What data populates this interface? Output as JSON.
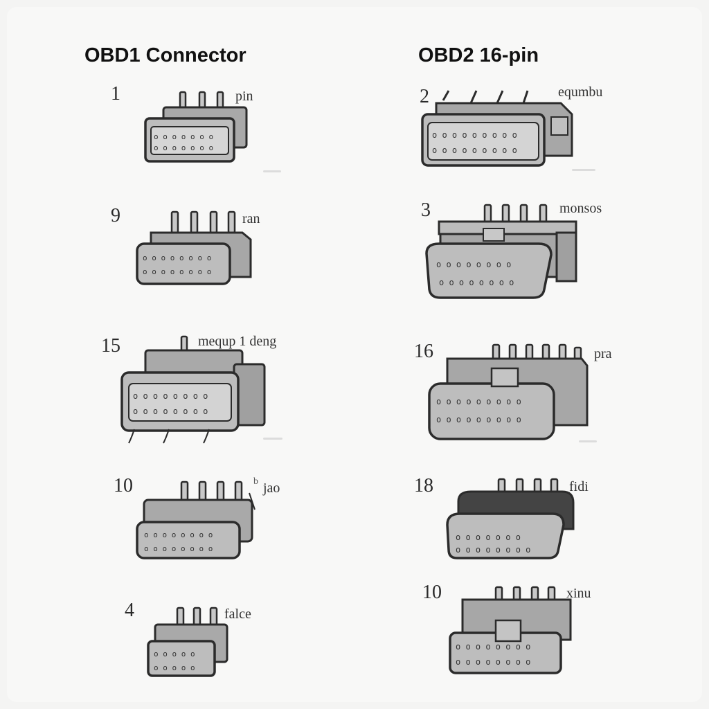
{
  "columns": {
    "left_title": "OBD1 Connector",
    "right_title": "OBD2 16-pin"
  },
  "left_items": [
    {
      "number": "1",
      "label": "pin"
    },
    {
      "number": "9",
      "label": "ran"
    },
    {
      "number": "15",
      "label": "mequp 1 deng"
    },
    {
      "number": "10",
      "label": "jao"
    },
    {
      "number": "4",
      "label": "falce"
    }
  ],
  "right_items": [
    {
      "number": "2",
      "label": "equmbu"
    },
    {
      "number": "3",
      "label": "monsos"
    },
    {
      "number": "16",
      "label": "pra"
    },
    {
      "number": "18",
      "label": "fidi"
    },
    {
      "number": "10",
      "label": "xinu"
    }
  ],
  "colors": {
    "stroke": "#2b2b2b",
    "body_fill": "#b9b9b9",
    "body_dark": "#8e8e8e",
    "pin_fill": "#c8c8c8",
    "background": "#f8f8f7"
  }
}
